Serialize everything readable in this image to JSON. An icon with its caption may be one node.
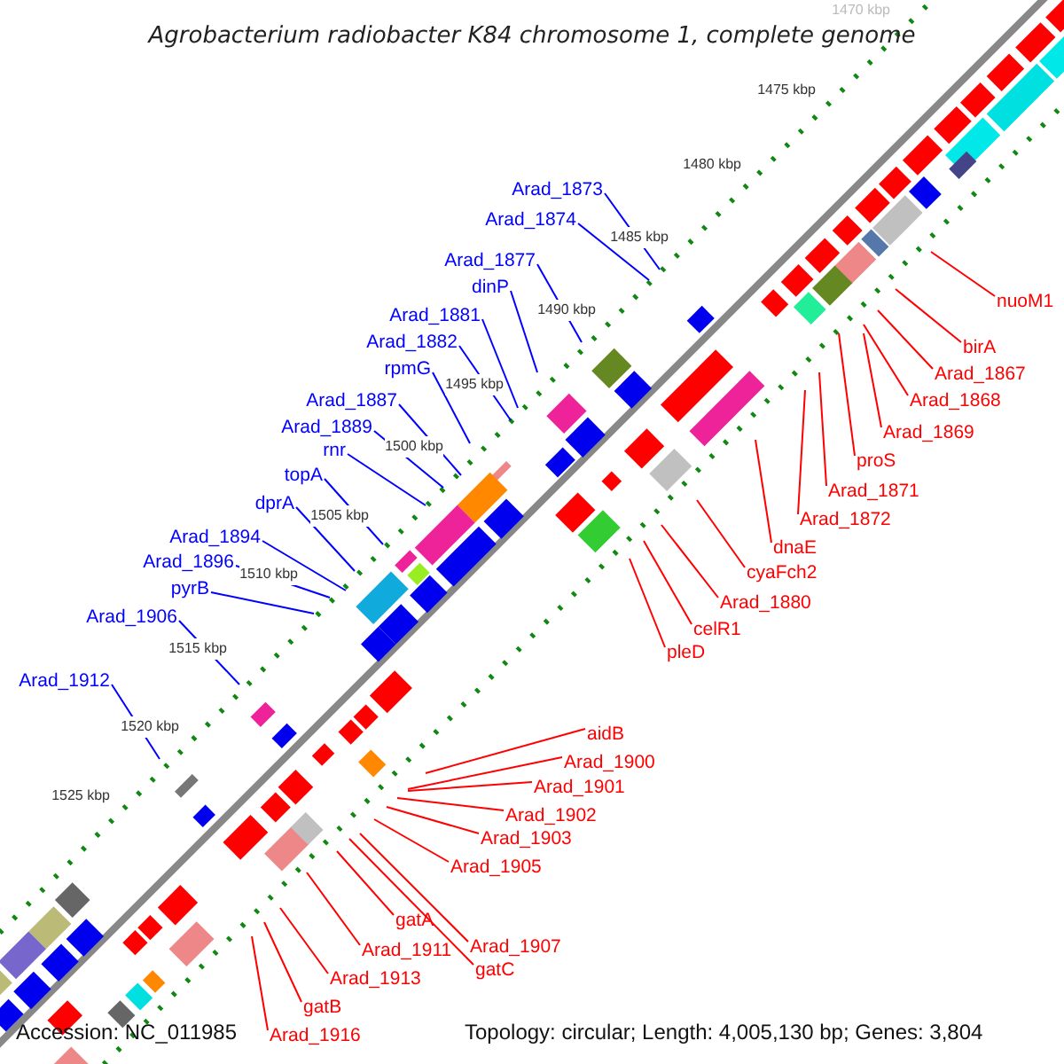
{
  "diagram": {
    "title": "Agrobacterium radiobacter K84 chromosome 1, complete genome",
    "nodes": [
      {
        "text": [
          "Arad_1873"
        ]
      },
      {
        "text": [
          "Arad_1874"
        ]
      },
      {
        "text": [
          "Arad_1877"
        ]
      },
      {
        "text": [
          "dinP"
        ]
      },
      {
        "text": [
          "Arad_1881"
        ]
      },
      {
        "text": [
          "Arad_1882"
        ]
      },
      {
        "text": [
          "rpmG"
        ]
      },
      {
        "text": [
          "Arad_1887"
        ]
      },
      {
        "text": [
          "Arad_1889"
        ]
      },
      {
        "text": [
          "rnr"
        ]
      },
      {
        "text": [
          "topA"
        ]
      },
      {
        "text": [
          "dprA"
        ]
      },
      {
        "text": [
          "Arad_1894"
        ]
      },
      {
        "text": [
          "Arad_1896"
        ]
      },
      {
        "text": [
          "pyrB"
        ]
      },
      {
        "text": [
          "Arad_1906"
        ]
      },
      {
        "text": [
          "Arad_1912"
        ]
      },
      {
        "text": [
          "nuoM1"
        ]
      },
      {
        "text": [
          "birA"
        ]
      },
      {
        "text": [
          "Arad_1867"
        ]
      },
      {
        "text": [
          "Arad_1868"
        ]
      },
      {
        "text": [
          "Arad_1869"
        ]
      },
      {
        "text": [
          "proS"
        ]
      },
      {
        "text": [
          "Arad_1871"
        ]
      },
      {
        "text": [
          "Arad_1872"
        ]
      },
      {
        "text": [
          "dnaE"
        ]
      },
      {
        "text": [
          "cyaFch2"
        ]
      },
      {
        "text": [
          "Arad_1880"
        ]
      },
      {
        "text": [
          "celR1"
        ]
      },
      {
        "text": [
          "pleD"
        ]
      },
      {
        "text": [
          "aidB"
        ]
      },
      {
        "text": [
          "Arad_1900"
        ]
      },
      {
        "text": [
          "Arad_1901"
        ]
      },
      {
        "text": [
          "Arad_1902"
        ]
      },
      {
        "text": [
          "Arad_1903"
        ]
      },
      {
        "text": [
          "Arad_1905"
        ]
      },
      {
        "text": [
          "gatA"
        ]
      },
      {
        "text": [
          "Arad_1911"
        ]
      },
      {
        "text": [
          "Arad_1907"
        ]
      },
      {
        "text": [
          "gatC"
        ]
      },
      {
        "text": [
          "Arad_1913"
        ]
      },
      {
        "text": [
          "gatB"
        ]
      },
      {
        "text": [
          "Arad_1916"
        ]
      }
    ],
    "edges": [
      {
        "from": 0,
        "to": null,
        "arrow": "none",
        "color": "#0000ff"
      },
      {
        "from": 1,
        "to": null,
        "arrow": "none",
        "color": "#0000ff"
      },
      {
        "from": 2,
        "to": null,
        "arrow": "none",
        "color": "#0000ff"
      },
      {
        "from": 3,
        "to": null,
        "arrow": "none",
        "color": "#0000ff"
      },
      {
        "from": 4,
        "to": null,
        "arrow": "none",
        "color": "#0000ff"
      },
      {
        "from": 5,
        "to": null,
        "arrow": "none",
        "color": "#0000ff"
      },
      {
        "from": 6,
        "to": null,
        "arrow": "none",
        "color": "#0000ff"
      },
      {
        "from": 7,
        "to": null,
        "arrow": "none",
        "color": "#0000ff"
      },
      {
        "from": 8,
        "to": null,
        "arrow": "none",
        "color": "#0000ff"
      },
      {
        "from": 9,
        "to": null,
        "arrow": "none",
        "color": "#0000ff"
      },
      {
        "from": 10,
        "to": null,
        "arrow": "none",
        "color": "#0000ff"
      },
      {
        "from": 11,
        "to": null,
        "arrow": "none",
        "color": "#0000ff"
      },
      {
        "from": 12,
        "to": null,
        "arrow": "none",
        "color": "#0000ff"
      },
      {
        "from": 13,
        "to": null,
        "arrow": "none",
        "color": "#0000ff"
      },
      {
        "from": 14,
        "to": null,
        "arrow": "none",
        "color": "#0000ff"
      },
      {
        "from": 15,
        "to": null,
        "arrow": "none",
        "color": "#0000ff"
      },
      {
        "from": 16,
        "to": null,
        "arrow": "none",
        "color": "#0000ff"
      },
      {
        "from": 17,
        "to": null,
        "arrow": "none"
      },
      {
        "from": 18,
        "to": null,
        "arrow": "none"
      },
      {
        "from": 19,
        "to": null,
        "arrow": "none"
      },
      {
        "from": 20,
        "to": null,
        "arrow": "none"
      },
      {
        "from": 21,
        "to": null,
        "arrow": "none"
      },
      {
        "from": 22,
        "to": null,
        "arrow": "none"
      },
      {
        "from": 23,
        "to": null,
        "arrow": "none"
      },
      {
        "from": 24,
        "to": null,
        "arrow": "none"
      },
      {
        "from": 25,
        "to": null,
        "arrow": "none"
      },
      {
        "from": 26,
        "to": null,
        "arrow": "none"
      },
      {
        "from": 27,
        "to": null,
        "arrow": "none"
      },
      {
        "from": 28,
        "to": null,
        "arrow": "none"
      },
      {
        "from": 29,
        "to": null,
        "arrow": "none"
      },
      {
        "from": 30,
        "to": null,
        "arrow": "none"
      },
      {
        "from": 31,
        "to": null,
        "arrow": "none"
      },
      {
        "from": 32,
        "to": null,
        "arrow": "none"
      },
      {
        "from": 33,
        "to": null,
        "arrow": "none"
      },
      {
        "from": 34,
        "to": null,
        "arrow": "none"
      },
      {
        "from": 35,
        "to": null,
        "arrow": "none"
      },
      {
        "from": 36,
        "to": null,
        "arrow": "none"
      },
      {
        "from": 37,
        "to": null,
        "arrow": "none"
      },
      {
        "from": 38,
        "to": null,
        "arrow": "none"
      },
      {
        "from": 39,
        "to": null,
        "arrow": "none"
      },
      {
        "from": 40,
        "to": null,
        "arrow": "none"
      },
      {
        "from": 41,
        "to": null,
        "arrow": "none"
      },
      {
        "from": 42,
        "to": null,
        "arrow": "none"
      }
    ],
    "labels": [
      "1470 kbp",
      "1475 kbp",
      "1480 kbp",
      "1485 kbp",
      "1490 kbp",
      "1495 kbp",
      "1500 kbp",
      "1505 kbp",
      "1510 kbp",
      "1515 kbp",
      "1520 kbp",
      "1525 kbp",
      "Accession: NC_011985",
      "Topology: circular; Length: 4,005,130 bp; Genes: 3,804"
    ]
  }
}
